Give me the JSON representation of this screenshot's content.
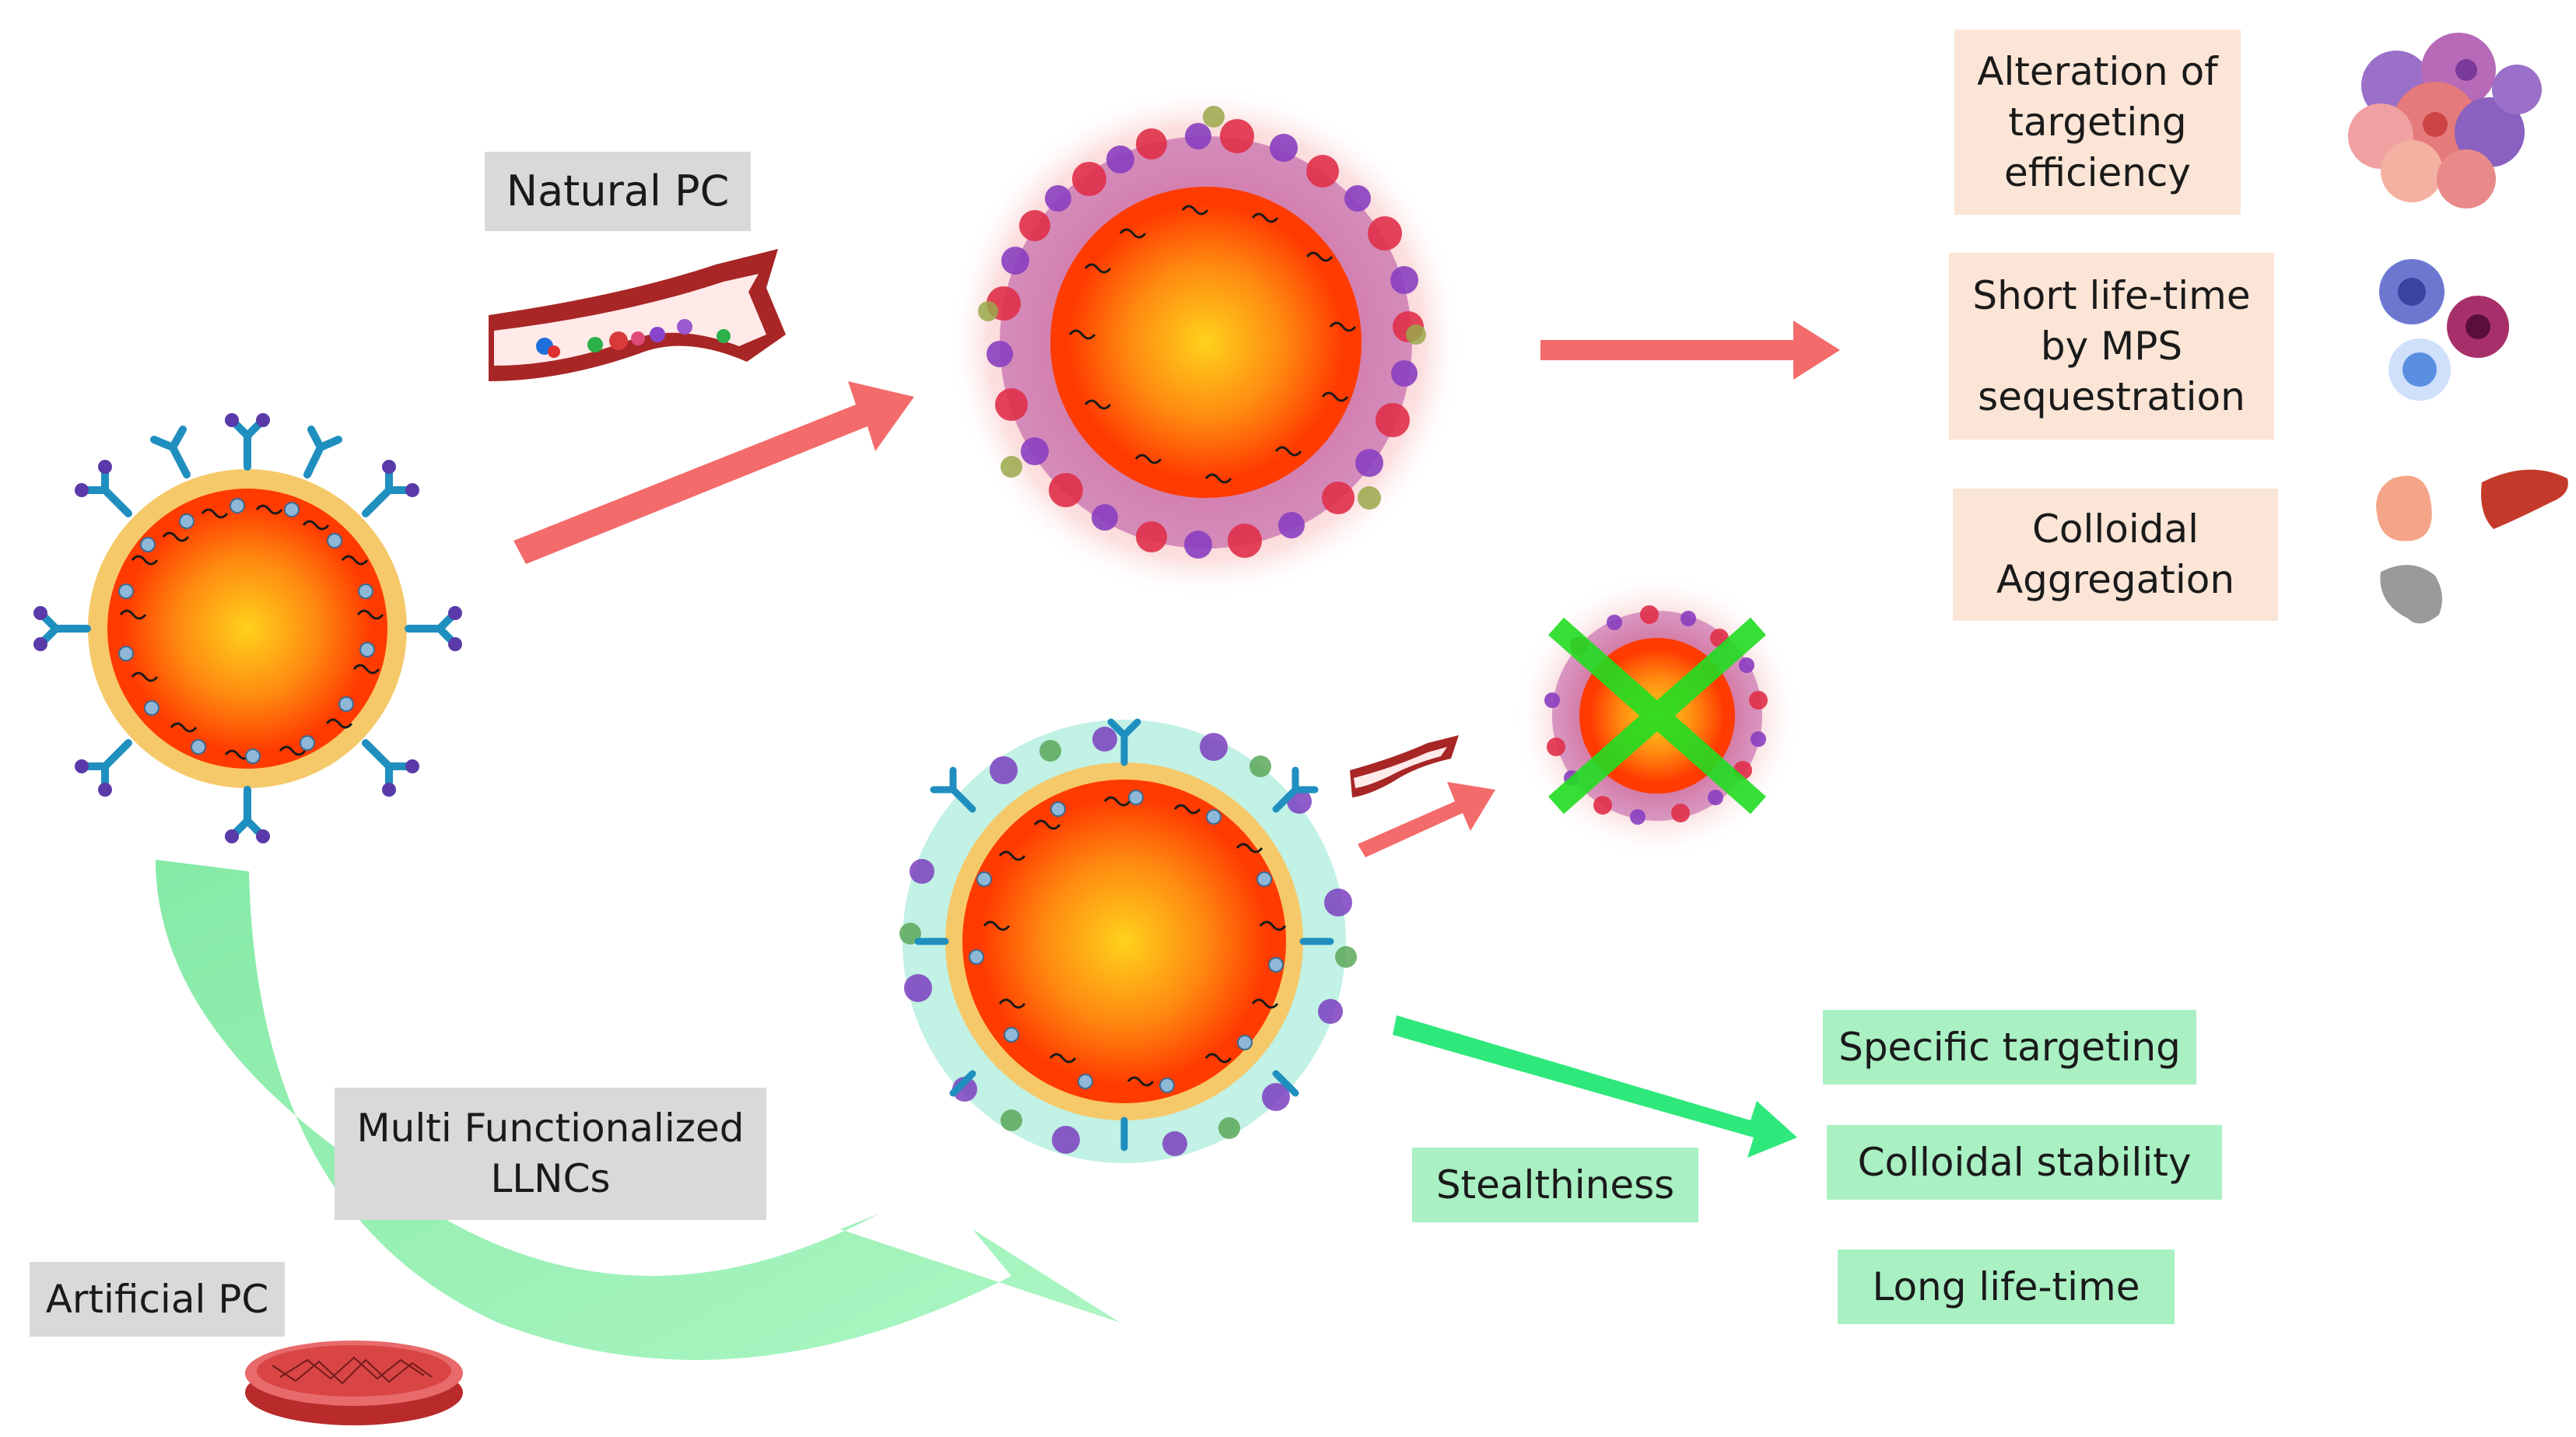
{
  "labels": {
    "natural_pc": "Natural PC",
    "artificial_pc": "Artificial PC",
    "multi_functionalized": [
      "Multi Functionalized",
      "LLNCs"
    ]
  },
  "negative_outcomes": [
    [
      "Alteration of",
      "targeting",
      "efficiency"
    ],
    [
      "Short life-time",
      "by MPS",
      "sequestration"
    ],
    [
      "Colloidal",
      "Aggregation"
    ]
  ],
  "positive_outcomes": {
    "stealthiness": "Stealthiness",
    "items": [
      "Specific targeting",
      "Colloidal stability",
      "Long life-time"
    ]
  },
  "colors": {
    "red_arrow": "#f36b6b",
    "green_arrow": "#8ef0b0",
    "green_arrow_dark": "#2ee87b",
    "core_center": "#ffd21c",
    "core_edge": "#ff3800",
    "cross": "#22dd22"
  }
}
